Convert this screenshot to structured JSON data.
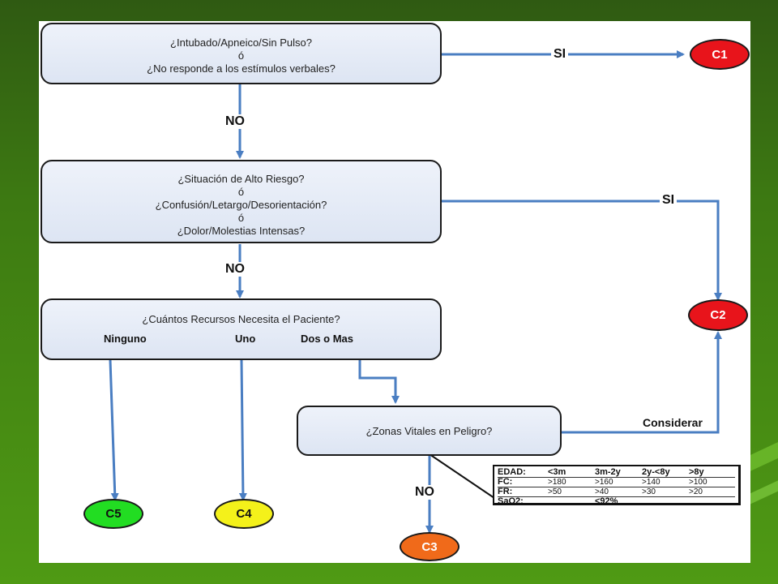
{
  "boxes": {
    "q1": {
      "line1": "¿Intubado/Apneico/Sin Pulso?",
      "line2": "ó",
      "line3": "¿No responde a los estímulos verbales?"
    },
    "q2": {
      "line1": "¿Situación de Alto Riesgo?",
      "line2": "ó",
      "line3": "¿Confusión/Letargo/Desorientación?",
      "line4": "ó",
      "line5": "¿Dolor/Molestias Intensas?"
    },
    "q3": {
      "title": "¿Cuántos Recursos Necesita el Paciente?",
      "options": [
        "Ninguno",
        "Uno",
        "Dos o Mas"
      ]
    },
    "q4": {
      "text": "¿Zonas Vitales en Peligro?"
    }
  },
  "labels": {
    "si1": "SI",
    "si2": "SI",
    "no1": "NO",
    "no2": "NO",
    "no3": "NO",
    "considerar": "Considerar"
  },
  "nodes": [
    {
      "id": "C1",
      "color": "#e8141b"
    },
    {
      "id": "C2",
      "color": "#e8141b"
    },
    {
      "id": "C3",
      "color": "#f06a1a"
    },
    {
      "id": "C4",
      "color": "#f4f11a"
    },
    {
      "id": "C5",
      "color": "#22dd22"
    }
  ],
  "vitals": {
    "header": [
      "EDAD:",
      "<3m",
      "3m-2y",
      "2y-<8y",
      ">8y"
    ],
    "rows": [
      [
        "FC:",
        ">180",
        ">160",
        ">140",
        ">100"
      ],
      [
        "FR:",
        ">50",
        ">40",
        ">30",
        ">20"
      ]
    ],
    "sao2": {
      "label": "SaO2:",
      "value": "<92%"
    }
  },
  "colors": {
    "arrow": "#4a7ec2",
    "box_fill": "#e4eaf6"
  }
}
